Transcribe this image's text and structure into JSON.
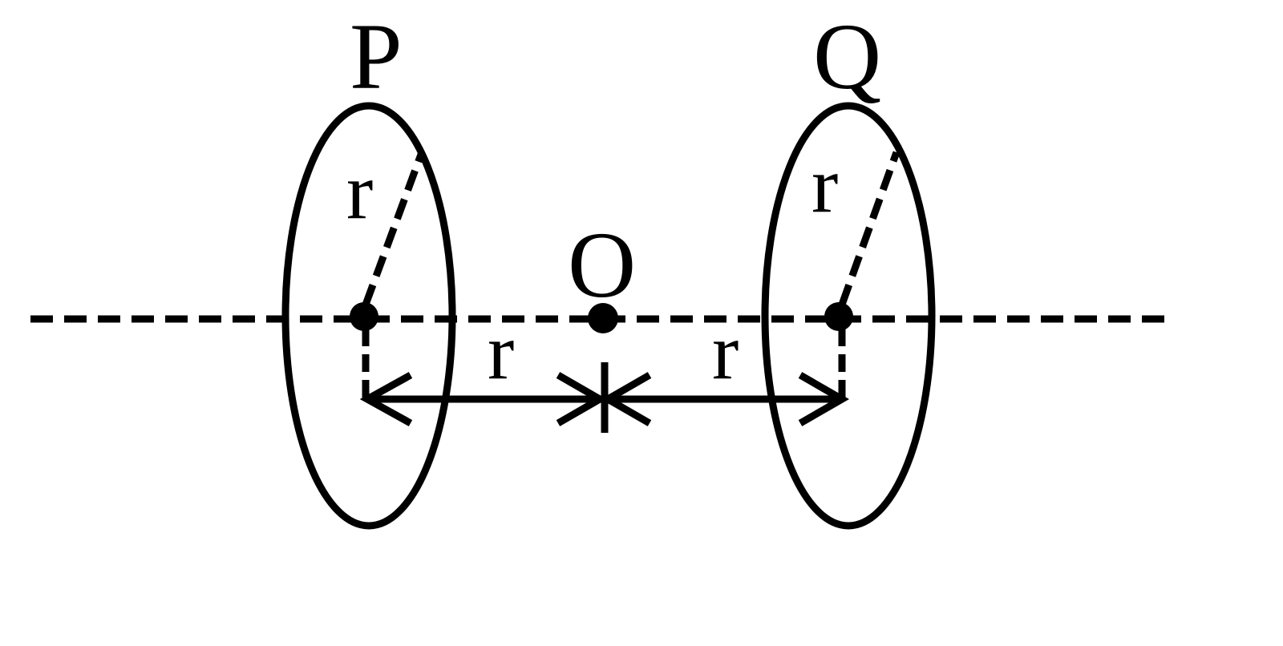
{
  "labels": {
    "ring_p": "P",
    "ring_q": "Q",
    "center_point": "O",
    "radius_p": "r",
    "radius_q": "r",
    "distance_left": "r",
    "distance_right": "r"
  },
  "colors": {
    "ink": "#000000",
    "background": "#ffffff"
  }
}
